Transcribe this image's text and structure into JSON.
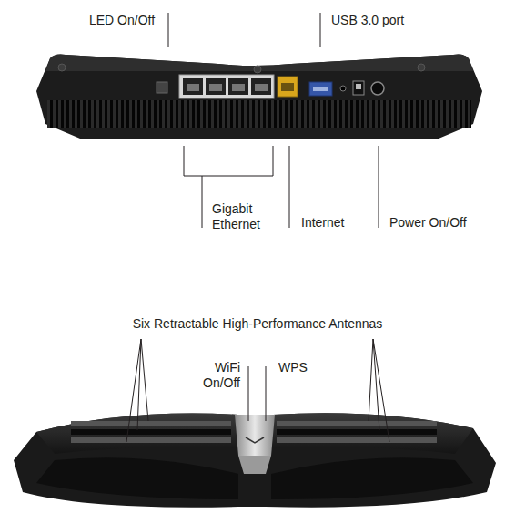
{
  "diagram": {
    "labels": [
      "LED On/Off",
      "USB 3.0 port",
      "Gigabit Ethernet",
      "Internet",
      "Power On/Off",
      "Six Retractable High-Performance Antennas",
      "WiFi On/Off",
      "WPS"
    ]
  }
}
